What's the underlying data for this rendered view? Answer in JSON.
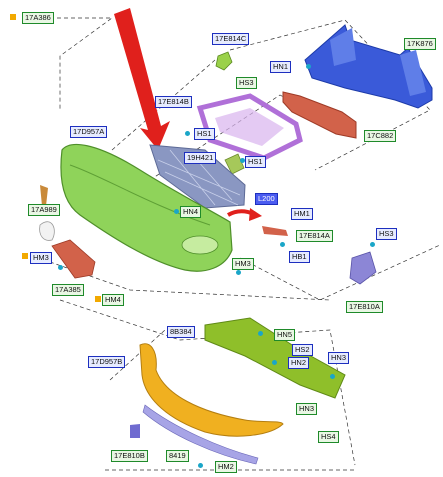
{
  "labels": {
    "l_17a386": "17A386",
    "l_17e814c": "17E814C",
    "l_17k876": "17K876",
    "l_hs3_top": "HS3",
    "l_hn1": "HN1",
    "l_17e814b": "17E814B",
    "l_17c882": "17C882",
    "l_17d957a": "17D957A",
    "l_hs1_a": "HS1",
    "l_19h421": "19H421",
    "l_hs1_b": "HS1",
    "l_17a989": "17A989",
    "l_hn4": "HN4",
    "l_l200": "L200",
    "l_hm1": "HM1",
    "l_17e814a": "17E814A",
    "l_hb1": "HB1",
    "l_hs3_right": "HS3",
    "l_hm3_left": "HM3",
    "l_hm3_mid": "HM3",
    "l_17a385": "17A385",
    "l_hm4": "HM4",
    "l_17e810a": "17E810A",
    "l_8b384": "8B384",
    "l_hn5": "HN5",
    "l_17d957b": "17D957B",
    "l_hs2": "HS2",
    "l_hn2": "HN2",
    "l_hn3_a": "HN3",
    "l_hn3_b": "HN3",
    "l_hs4": "HS4",
    "l_17e810b": "17E810B",
    "l_8419": "8419",
    "l_hm2": "HM2"
  },
  "colors": {
    "bumper_green": "#8fd35a",
    "grille_gray": "#7f8fb8",
    "reinforcement_blue": "#3a5ad9",
    "absorber_red": "#d2624a",
    "bracket_purple": "#b070d8",
    "lower_olive": "#8fbf2a",
    "lip_orange": "#f0b020",
    "arrow_red": "#e0201c",
    "label_green": "#1f8a2a",
    "label_blue": "#1d2fbf"
  }
}
